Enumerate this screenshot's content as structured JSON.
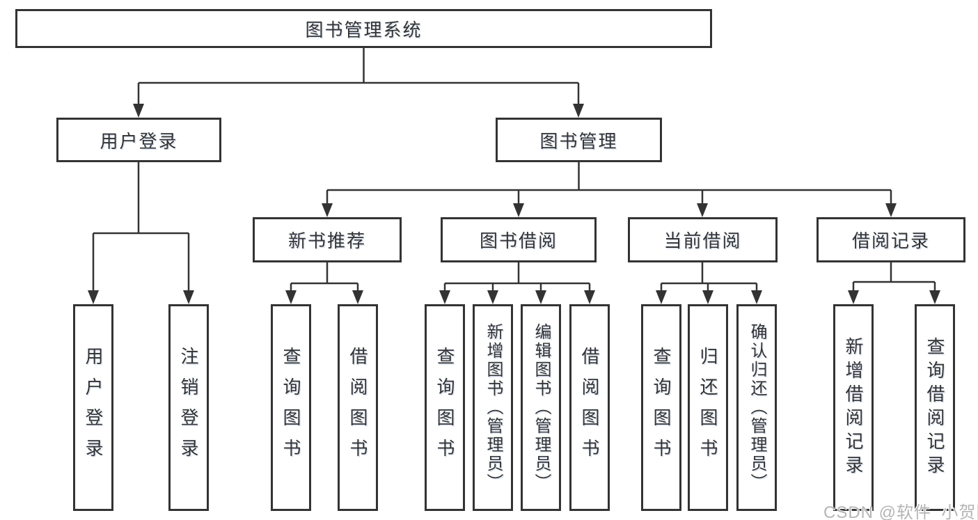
{
  "diagram": {
    "root": {
      "label": "图书管理系统"
    },
    "branches": {
      "user_login": {
        "label": "用户登录",
        "children": {
          "login": {
            "label": "用户登录"
          },
          "logout": {
            "label": "注销登录"
          }
        }
      },
      "book_management": {
        "label": "图书管理"
      }
    },
    "modules": {
      "new_book_recommend": {
        "label": "新书推荐",
        "children": {
          "query_books": {
            "label": "查询图书"
          },
          "borrow_books": {
            "label": "借阅图书"
          }
        }
      },
      "book_borrow": {
        "label": "图书借阅",
        "children": {
          "query_books": {
            "label": "查询图书"
          },
          "add_books": {
            "label": "新增图书（管理员）"
          },
          "edit_books": {
            "label": "编辑图书（管理员）"
          },
          "borrow_books": {
            "label": "借阅图书"
          }
        }
      },
      "current_borrow": {
        "label": "当前借阅",
        "children": {
          "query_books": {
            "label": "查询图书"
          },
          "return_books": {
            "label": "归还图书"
          },
          "confirm_return": {
            "label": "确认归还（管理员）"
          }
        }
      },
      "borrow_records": {
        "label": "借阅记录",
        "children": {
          "add_record": {
            "label": "新增借阅记录"
          },
          "query_record": {
            "label": "查询借阅记录"
          }
        }
      }
    }
  },
  "watermark": {
    "text": "CSDN @软件_小贺同学"
  },
  "colors": {
    "line": "#333333",
    "box_border": "#333333",
    "text": "#333333",
    "watermark": "#b5b5b5",
    "background": "#ffffff"
  }
}
